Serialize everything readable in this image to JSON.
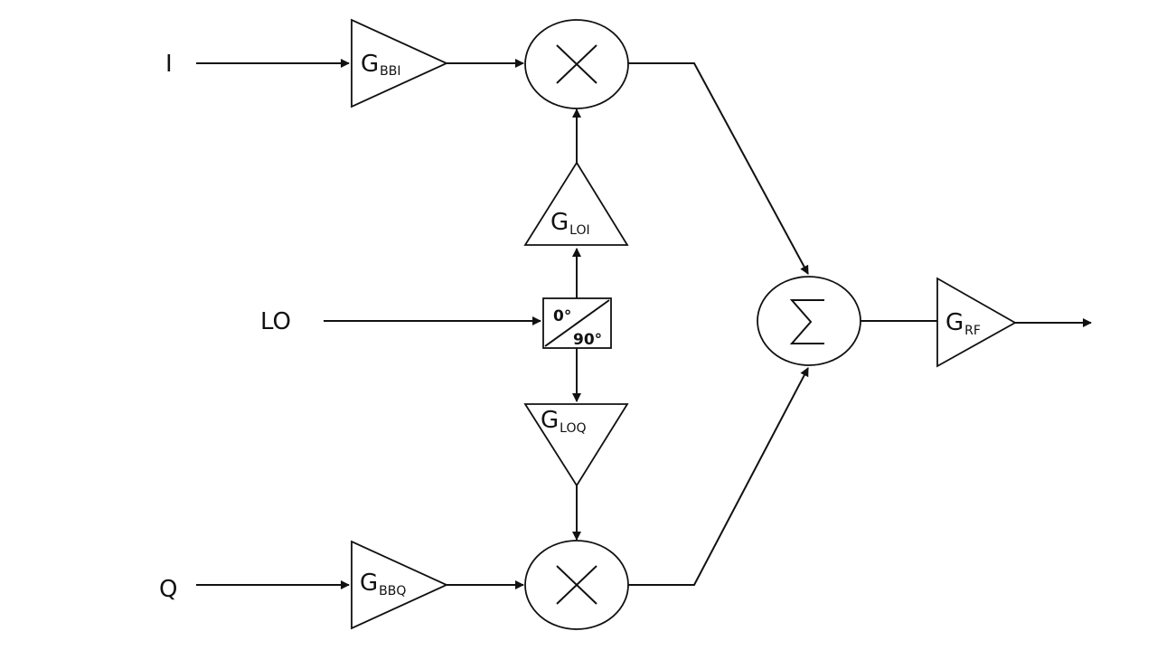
{
  "inputs": {
    "i": "I",
    "q": "Q",
    "lo": "LO"
  },
  "amplifiers": {
    "bbi": {
      "main": "G",
      "sub": "BBI"
    },
    "bbq": {
      "main": "G",
      "sub": "BBQ"
    },
    "loi": {
      "main": "G",
      "sub": "LOI"
    },
    "loq": {
      "main": "G",
      "sub": "LOQ"
    },
    "rf": {
      "main": "G",
      "sub": "RF"
    }
  },
  "phase_splitter": {
    "top": "0°",
    "bottom": "90°"
  }
}
